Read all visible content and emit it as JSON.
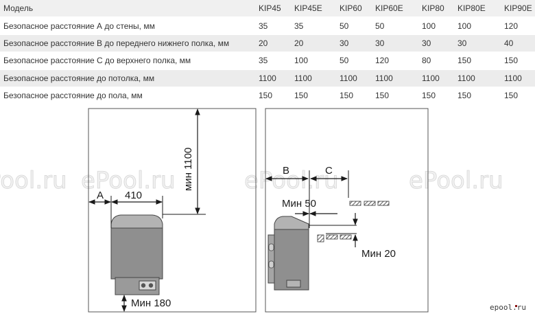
{
  "table": {
    "headers": [
      "Модель",
      "KIP45",
      "KIP45E",
      "KIP60",
      "KIP60E",
      "KIP80",
      "KIP80E",
      "KIP90E"
    ],
    "rows": [
      [
        "Безопасное расстояние А до стены, мм",
        "35",
        "35",
        "50",
        "50",
        "100",
        "100",
        "120"
      ],
      [
        "Безопасное расстояние В до переднего нижнего полка, мм",
        "20",
        "20",
        "30",
        "30",
        "30",
        "30",
        "40"
      ],
      [
        "Безопасное расстояние С до верхнего полка, мм",
        "35",
        "100",
        "50",
        "120",
        "80",
        "150",
        "150"
      ],
      [
        "Безопасное расстояние до потолка, мм",
        "1100",
        "1100",
        "1100",
        "1100",
        "1100",
        "1100",
        "1100"
      ],
      [
        "Безопасное расстояние до пола, мм",
        "150",
        "150",
        "150",
        "150",
        "150",
        "150",
        "150"
      ]
    ]
  },
  "diagram": {
    "label_a": "A",
    "label_410": "410",
    "label_ceiling": "мин 1100",
    "label_floor": "Мин 180",
    "label_b": "B",
    "label_c": "C",
    "label_min50": "Мин 50",
    "label_min20": "Мин 20"
  },
  "watermark": "ePool.ru",
  "logo": "epool.ru",
  "colors": {
    "ink": "#1a1a1a",
    "heater_body": "#8f8f8f",
    "heater_top": "#b0b0b0",
    "watermark": "#d6d6d6",
    "logo_accent": "#8a1515"
  }
}
